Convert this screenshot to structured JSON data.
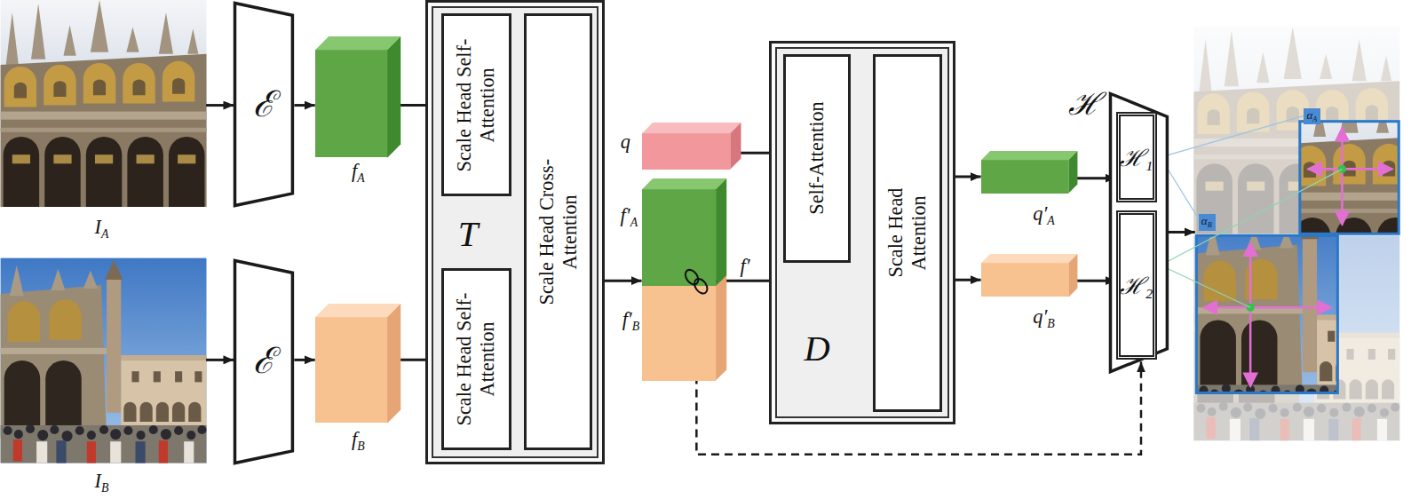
{
  "diagram": {
    "nodes": [
      {
        "text": [
          "I",
          "A"
        ]
      },
      {
        "text": [
          "I",
          "B"
        ]
      },
      {
        "text": [
          "ℰ"
        ]
      },
      {
        "text": [
          "ℰ"
        ]
      },
      {
        "text": [
          "f",
          "A"
        ]
      },
      {
        "text": [
          "f",
          "B"
        ]
      },
      {
        "text": [
          "T"
        ]
      },
      {
        "text": [
          "Scale Head Self-Attention"
        ],
        "in": 6
      },
      {
        "text": [
          "Scale Head Self-Attention"
        ],
        "in": 6
      },
      {
        "text": [
          "Scale Head Cross-Attention"
        ],
        "in": 6
      },
      {
        "text": [
          "q"
        ]
      },
      {
        "text": [
          "f′",
          "A"
        ]
      },
      {
        "text": [
          "f′",
          "B"
        ]
      },
      {
        "text": [
          "f′"
        ]
      },
      {
        "text": [
          "D"
        ]
      },
      {
        "text": [
          "Self-Attention"
        ],
        "in": 14
      },
      {
        "text": [
          "Scale Head Attention"
        ],
        "in": 14
      },
      {
        "text": [
          "q′",
          "A"
        ]
      },
      {
        "text": [
          "q′",
          "B"
        ]
      },
      {
        "text": [
          "ℋ"
        ]
      },
      {
        "text": [
          "ℋ₁"
        ],
        "in": 19
      },
      {
        "text": [
          "ℋ₂"
        ],
        "in": 19
      },
      {
        "text": [
          "α",
          "A",
          "α",
          "B"
        ]
      }
    ],
    "edges": [
      {
        "from": 0,
        "to": 2,
        "arrow": "to"
      },
      {
        "from": 1,
        "to": 3,
        "arrow": "to"
      },
      {
        "from": 2,
        "to": 4,
        "arrow": "to"
      },
      {
        "from": 3,
        "to": 5,
        "arrow": "to"
      },
      {
        "from": 4,
        "to": 7,
        "arrow": "to"
      },
      {
        "from": 5,
        "to": 8,
        "arrow": "to"
      },
      {
        "from": 6,
        "to": 11,
        "arrow": "to"
      },
      {
        "from": 10,
        "to": 15,
        "arrow": "to"
      },
      {
        "from": 15,
        "to": 16,
        "arrow": "to"
      },
      {
        "from": 13,
        "to": 16,
        "arrow": "to"
      },
      {
        "from": 13,
        "to": 19,
        "arrow": "to"
      },
      {
        "from": 16,
        "to": 17,
        "arrow": "to"
      },
      {
        "from": 16,
        "to": 18,
        "arrow": "to"
      },
      {
        "from": 17,
        "to": 20,
        "arrow": "to"
      },
      {
        "from": 18,
        "to": 21,
        "arrow": "to"
      },
      {
        "from": 19,
        "to": 22,
        "arrow": "to"
      }
    ]
  }
}
